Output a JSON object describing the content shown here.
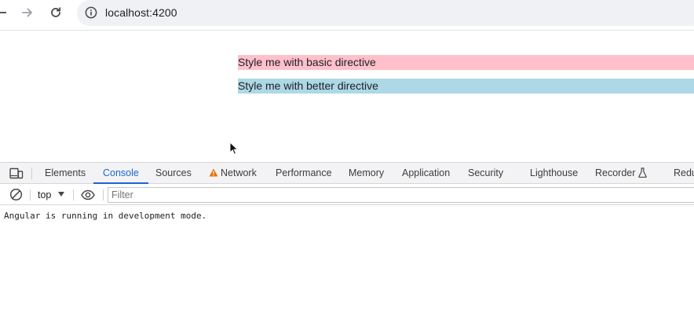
{
  "browser": {
    "url": "localhost:4200",
    "icons": {
      "back": "arrow-back-icon",
      "forward": "arrow-forward-icon",
      "reload": "reload-icon",
      "site_info": "info-circle-icon"
    }
  },
  "page": {
    "lines": [
      {
        "text": "Style me with basic directive",
        "background": "#ffc0cb"
      },
      {
        "text": "Style me with better directive",
        "background": "#add8e6"
      }
    ]
  },
  "devtools": {
    "tabs": [
      {
        "label": "Elements",
        "active": false
      },
      {
        "label": "Console",
        "active": true
      },
      {
        "label": "Sources",
        "active": false
      },
      {
        "label": "Network",
        "active": false,
        "icon": "warning-icon"
      },
      {
        "label": "Performance",
        "active": false
      },
      {
        "label": "Memory",
        "active": false
      },
      {
        "label": "Application",
        "active": false
      },
      {
        "label": "Security",
        "active": false
      },
      {
        "label": "Lighthouse",
        "active": false
      },
      {
        "label": "Recorder",
        "active": false,
        "icon": "flask-icon"
      },
      {
        "label": "Redu",
        "active": false
      }
    ],
    "console": {
      "context": "top",
      "filter_placeholder": "Filter",
      "messages": [
        "Angular is running in development mode."
      ]
    },
    "colors": {
      "active_tab": "#1a66d2",
      "warning": "#e8710a"
    }
  }
}
